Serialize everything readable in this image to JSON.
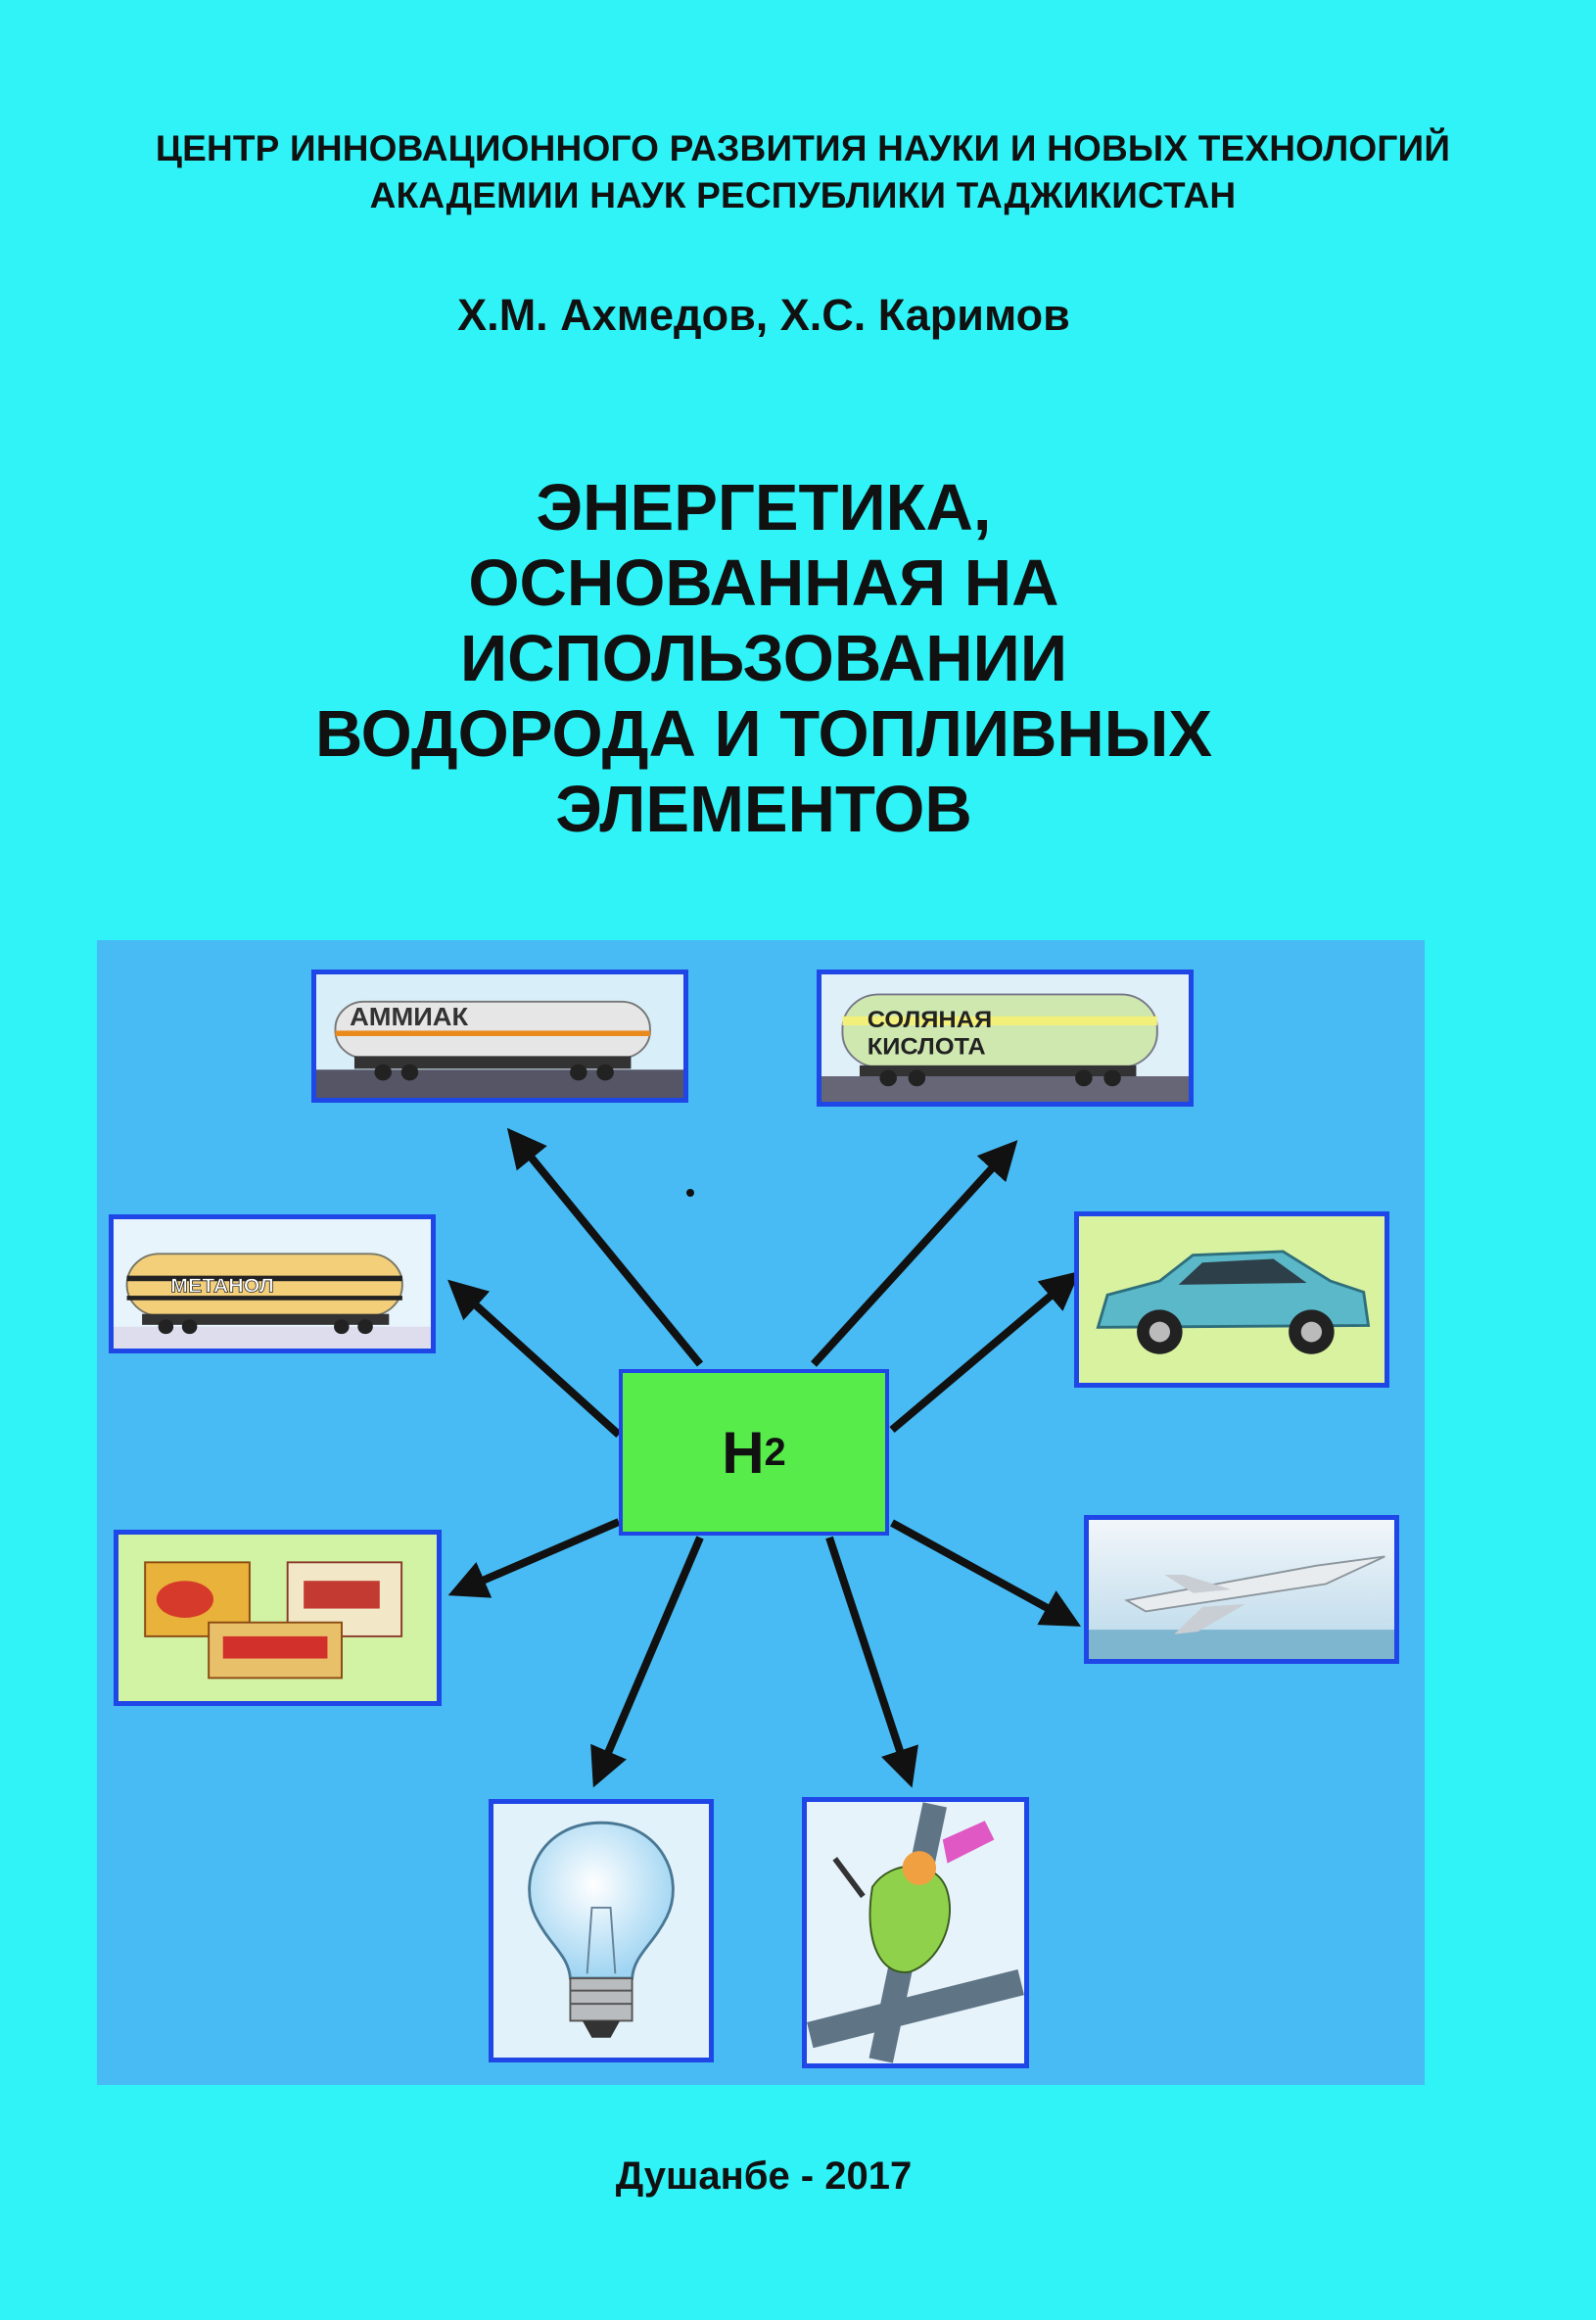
{
  "header": {
    "line1": "ЦЕНТР ИННОВАЦИОННОГО РАЗВИТИЯ НАУКИ И НОВЫХ ТЕХНОЛОГИЙ",
    "line2": "АКАДЕМИИ НАУК РЕСПУБЛИКИ ТАДЖИКИСТАН"
  },
  "authors": "Х.М. Ахмедов, Х.С. Каримов",
  "title": {
    "lines": [
      "ЭНЕРГЕТИКА,",
      "ОСНОВАННАЯ НА",
      "ИСПОЛЬЗОВАНИИ",
      "ВОДОРОДА И ТОПЛИВНЫХ",
      "ЭЛЕМЕНТОВ"
    ]
  },
  "diagram": {
    "center": {
      "symbol": "H",
      "subscript": "2"
    },
    "labels": {
      "ammonia": "АММИАК",
      "acid_line1": "СОЛЯНАЯ",
      "acid_line2": "КИСЛОТА",
      "methanol": "МЕТАНОЛ"
    }
  },
  "footer": "Душанбе - 2017",
  "colors": {
    "background": "#2ff3f7",
    "panel": "#48bbf5",
    "center_box": "#57ec4a",
    "border": "#1f46e6"
  }
}
